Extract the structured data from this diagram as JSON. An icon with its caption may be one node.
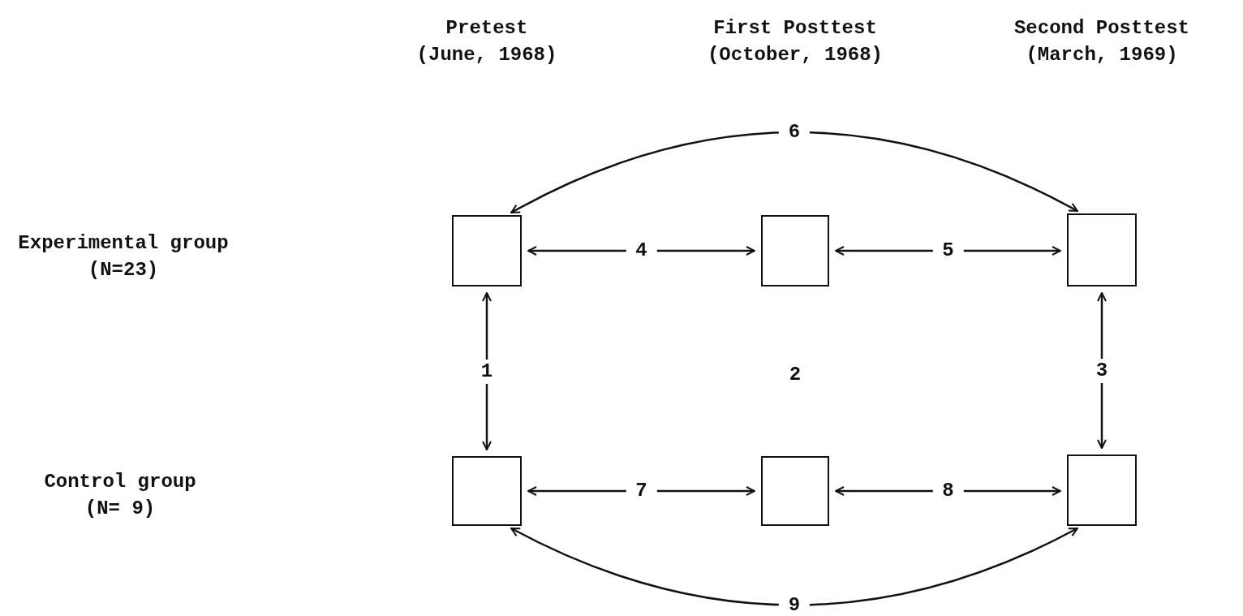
{
  "diagram": {
    "nodes": [
      {
        "text": [],
        "shape": "box"
      },
      {
        "text": [],
        "shape": "box"
      },
      {
        "text": [],
        "shape": "box"
      },
      {
        "text": [],
        "shape": "box"
      },
      {
        "text": [],
        "shape": "box"
      },
      {
        "text": [],
        "shape": "box"
      }
    ],
    "edges": [
      {
        "from": 0,
        "to": 3,
        "arrow": "both",
        "label": "1"
      },
      {
        "from": 2,
        "to": 5,
        "arrow": "both",
        "label": "3"
      },
      {
        "from": 0,
        "to": 1,
        "arrow": "both",
        "label": "4"
      },
      {
        "from": 1,
        "to": 2,
        "arrow": "both",
        "label": "5"
      },
      {
        "from": 0,
        "to": 2,
        "arrow": "both",
        "label": "6"
      },
      {
        "from": 3,
        "to": 4,
        "arrow": "both",
        "label": "7"
      },
      {
        "from": 4,
        "to": 5,
        "arrow": "both",
        "label": "8"
      },
      {
        "from": 3,
        "to": 5,
        "arrow": "both",
        "label": "9"
      }
    ],
    "labels": [
      "Pretest (June, 1968)",
      "First Posttest (October, 1968)",
      "Second Posttest (March, 1969)",
      "Experimental group (N=23)",
      "Control group (N= 9)",
      "2"
    ]
  }
}
